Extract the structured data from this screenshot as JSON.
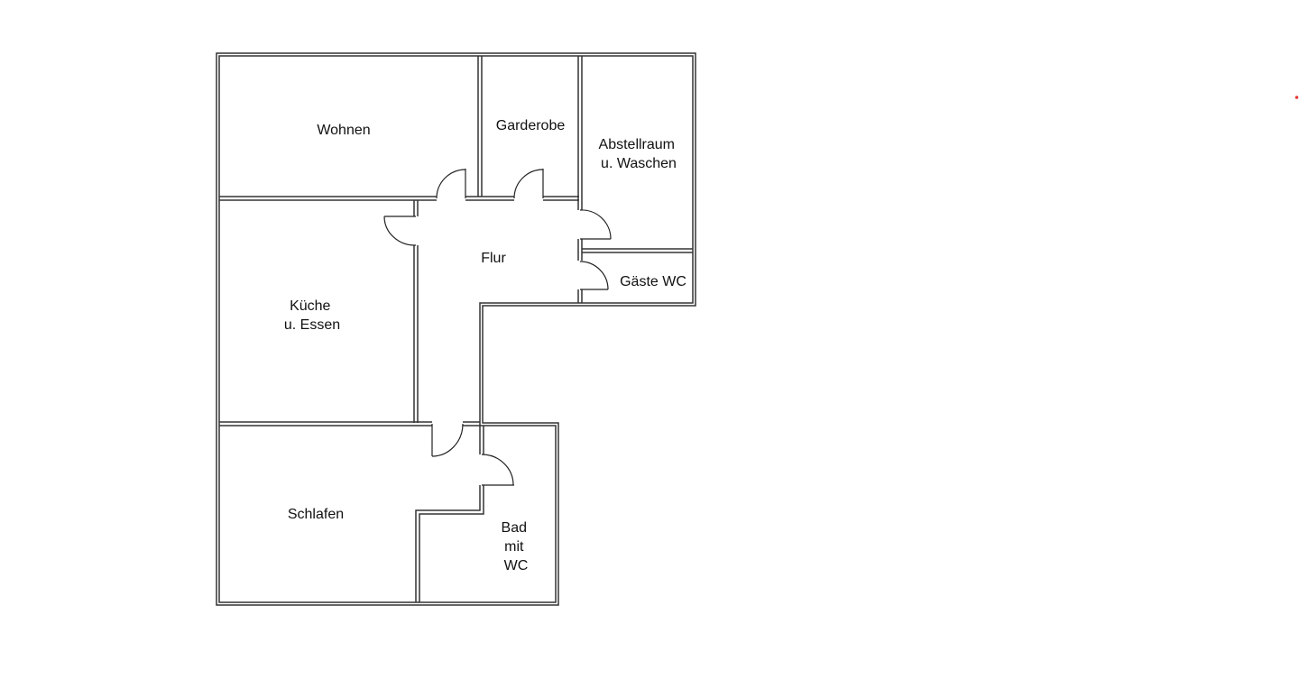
{
  "rooms": {
    "wohnen": [
      "Wohnen"
    ],
    "garderobe": [
      "Garderobe"
    ],
    "abstellraum": [
      "Abstellraum",
      "u. Waschen"
    ],
    "flur": [
      "Flur"
    ],
    "gaeste_wc": [
      "Gäste WC"
    ],
    "kueche": [
      "Küche",
      "u. Essen"
    ],
    "schlafen": [
      "Schlafen"
    ],
    "bad": [
      "Bad",
      "mit",
      "WC"
    ]
  },
  "colors": {
    "wall": "#333333",
    "door": "#222222",
    "label": "#111111",
    "marker": "#e53935",
    "background": "#ffffff"
  }
}
